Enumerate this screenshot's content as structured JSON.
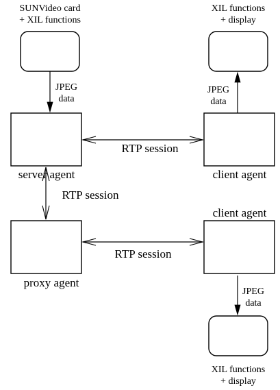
{
  "nodes": {
    "sunvideo": {
      "caption_line1": "SUNVideo card",
      "caption_line2": "+ XIL functions"
    },
    "display_top": {
      "caption_line1": "XIL functions",
      "caption_line2": "+ display"
    },
    "server": {
      "label": "server agent"
    },
    "client_top": {
      "label": "client agent"
    },
    "proxy": {
      "label": "proxy agent"
    },
    "client_bottom": {
      "label": "client agent"
    },
    "display_bottom": {
      "caption_line1": "XIL functions",
      "caption_line2": "+ display"
    }
  },
  "edges": {
    "sunvideo_to_server": {
      "line1": "JPEG",
      "line2": "data"
    },
    "client_top_to_display": {
      "line1": "JPEG",
      "line2": "data"
    },
    "server_client_top": {
      "label": "RTP session"
    },
    "server_proxy": {
      "label": "RTP session"
    },
    "proxy_client_bottom": {
      "label": "RTP session"
    },
    "client_bottom_to_display": {
      "line1": "JPEG",
      "line2": "data"
    }
  }
}
